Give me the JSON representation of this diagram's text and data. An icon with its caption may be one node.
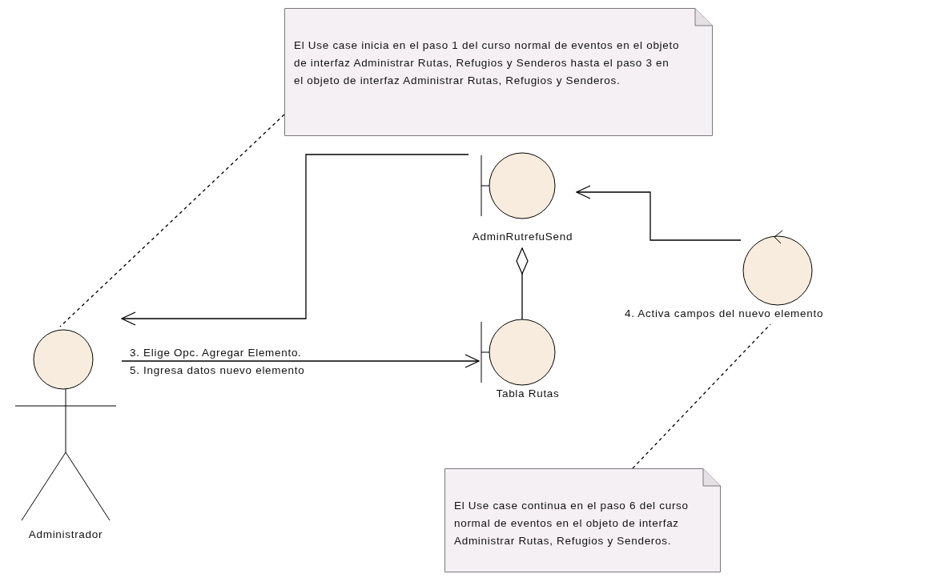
{
  "diagram": {
    "nodes": [
      {
        "text": [
          "El Use case inicia en el paso 1 del curso normal de eventos en el objeto de interfaz Administrar Rutas, Refugios y Senderos hasta el paso 3 en el objeto de  interfaz Administrar Rutas, Refugios y Senderos."
        ]
      },
      {
        "text": [
          "AdminRutrefuSend"
        ]
      },
      {
        "text": [],
        "shape": "circle",
        "beside": [
          "4. Activa campos del nuevo elemento"
        ]
      },
      {
        "text": [
          "Administrador"
        ]
      },
      {
        "text": [
          "Tabla Rutas"
        ]
      },
      {
        "text": [
          "El Use case continua en el paso 6 del curso normal de eventos en el objeto de interfaz Administrar Rutas, Refugios y Senderos."
        ]
      }
    ],
    "edges": [
      {
        "from": 0,
        "to": 3,
        "arrow": "none",
        "style": "dashed"
      },
      {
        "from": 1,
        "to": 3,
        "arrow": "to"
      },
      {
        "from": 3,
        "to": 4,
        "arrow": "to",
        "label": "3. Elige Opc. Agregar Elemento."
      },
      {
        "from": 4,
        "to": 1,
        "arrow": "other"
      },
      {
        "from": 2,
        "to": 1,
        "arrow": "to"
      },
      {
        "from": 5,
        "to": 2,
        "arrow": "none",
        "style": "dashed"
      }
    ],
    "labels": [
      "5. Ingresa datos nuevo elemento"
    ]
  }
}
